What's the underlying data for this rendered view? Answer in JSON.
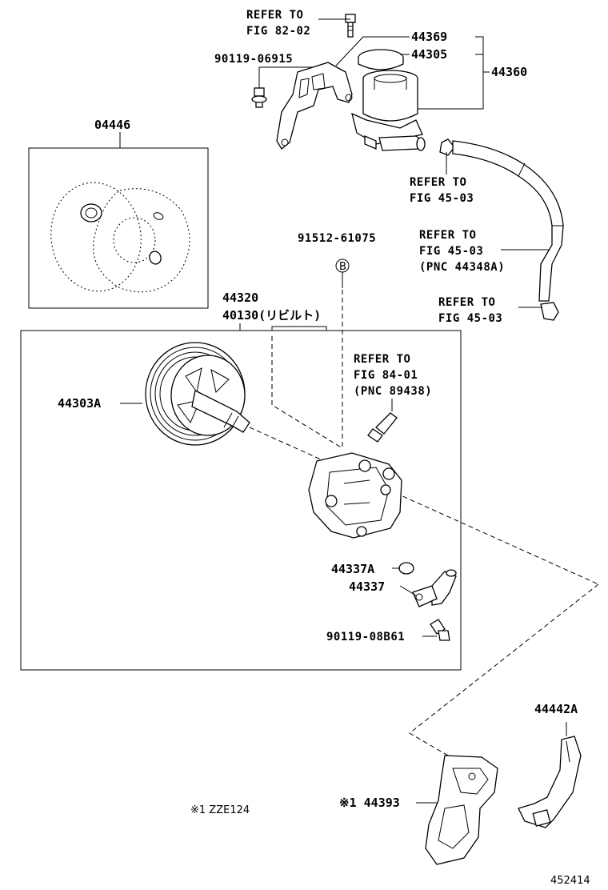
{
  "labels": {
    "refer_82_02_l1": "REFER TO",
    "refer_82_02_l2": "FIG 82-02",
    "p44369": "44369",
    "p44305": "44305",
    "p44360": "44360",
    "p90119_06915": "90119-06915",
    "p04446": "04446",
    "refer_45_03a_l1": "REFER TO",
    "refer_45_03a_l2": "FIG 45-03",
    "p91512_61075": "91512-61075",
    "b_marker": "B",
    "refer_45_03b_l1": "REFER TO",
    "refer_45_03b_l2": "FIG 45-03",
    "refer_45_03b_l3": "(PNC 44348A)",
    "refer_45_03c_l1": "REFER TO",
    "refer_45_03c_l2": "FIG 45-03",
    "p44320": "44320",
    "p40130": "40130(リビルト)",
    "refer_84_01_l1": "REFER TO",
    "refer_84_01_l2": "FIG 84-01",
    "refer_84_01_l3": "(PNC 89438)",
    "p44303A": "44303A",
    "p44337A": "44337A",
    "p44337": "44337",
    "p90119_08B61": "90119-08B61",
    "p44442A": "44442A",
    "note_zze124": "※1 ZZE124",
    "p44393": "※1 44393",
    "figure_no": "452414"
  }
}
